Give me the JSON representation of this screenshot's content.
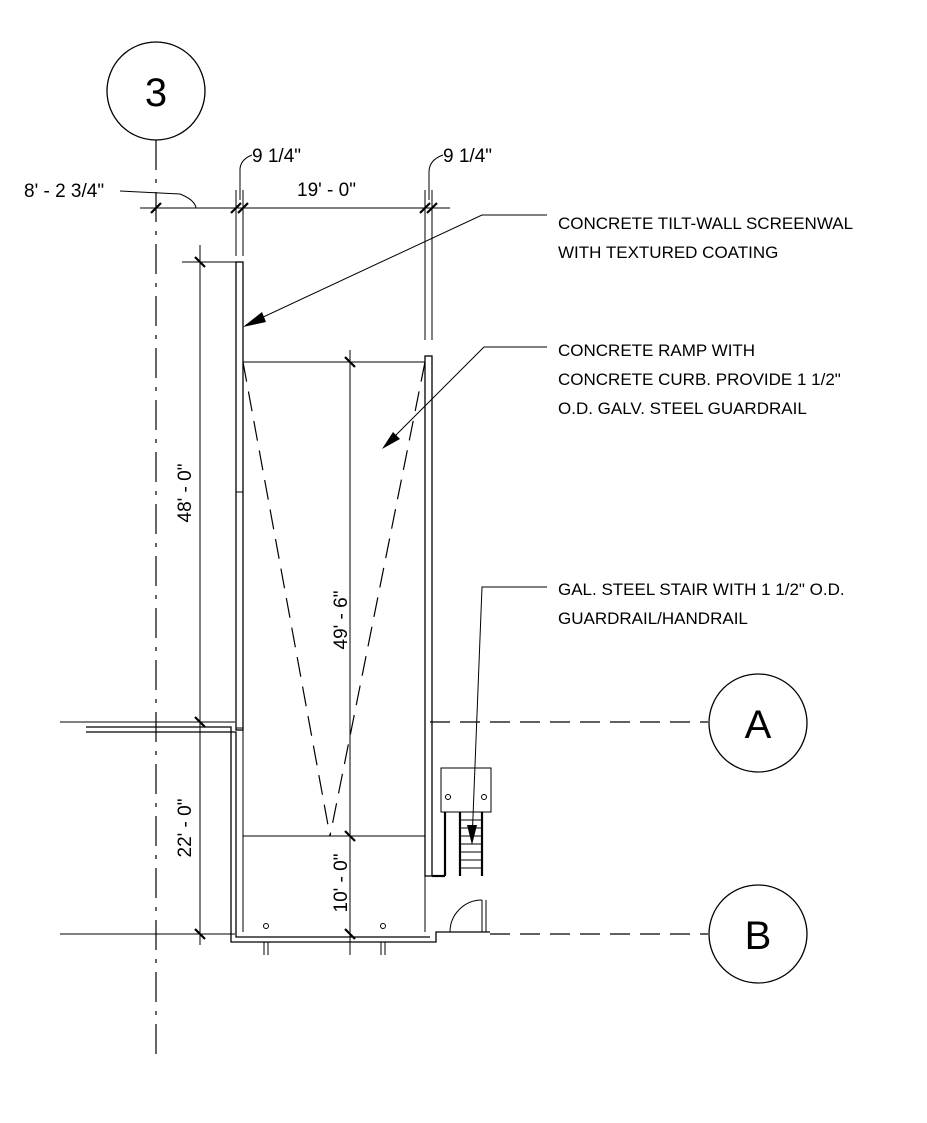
{
  "grid": {
    "column": "3",
    "rows": [
      "A",
      "B"
    ]
  },
  "dimensions": {
    "offset_grid_to_wall": "8' - 2 3/4\"",
    "wall_thickness_left": "9 1/4\"",
    "ramp_width": "19' - 0\"",
    "wall_thickness_right": "9 1/4\"",
    "wall_length": "48' - 0\"",
    "ramp_length": "49' - 6\"",
    "grid_a_to_b": "22' - 0\"",
    "landing_length": "10' - 0\""
  },
  "notes": {
    "screenwall": [
      "CONCRETE TILT-WALL SCREENWAL",
      "WITH TEXTURED COATING"
    ],
    "ramp": [
      "CONCRETE RAMP WITH",
      "CONCRETE CURB. PROVIDE 1 1/2\"",
      "O.D. GALV. STEEL GUARDRAIL"
    ],
    "stair": [
      "GAL. STEEL STAIR WITH 1 1/2\" O.D.",
      "GUARDRAIL/HANDRAIL"
    ]
  }
}
